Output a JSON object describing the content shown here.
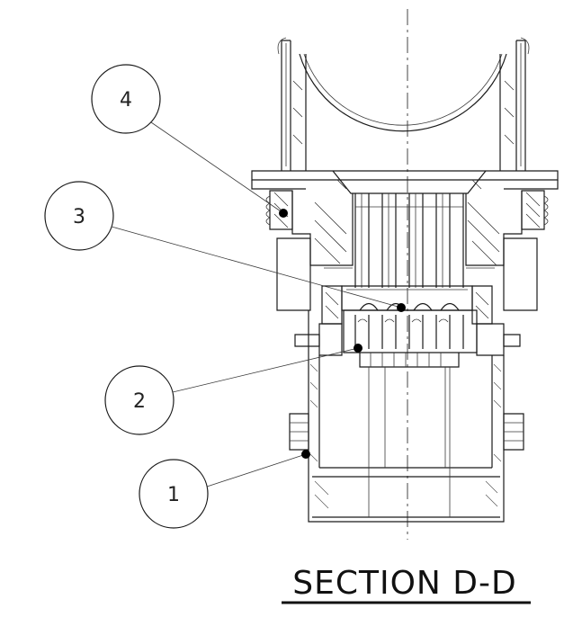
{
  "title": "SECTION D-D",
  "balloons": [
    "4",
    "3",
    "2",
    "1"
  ]
}
